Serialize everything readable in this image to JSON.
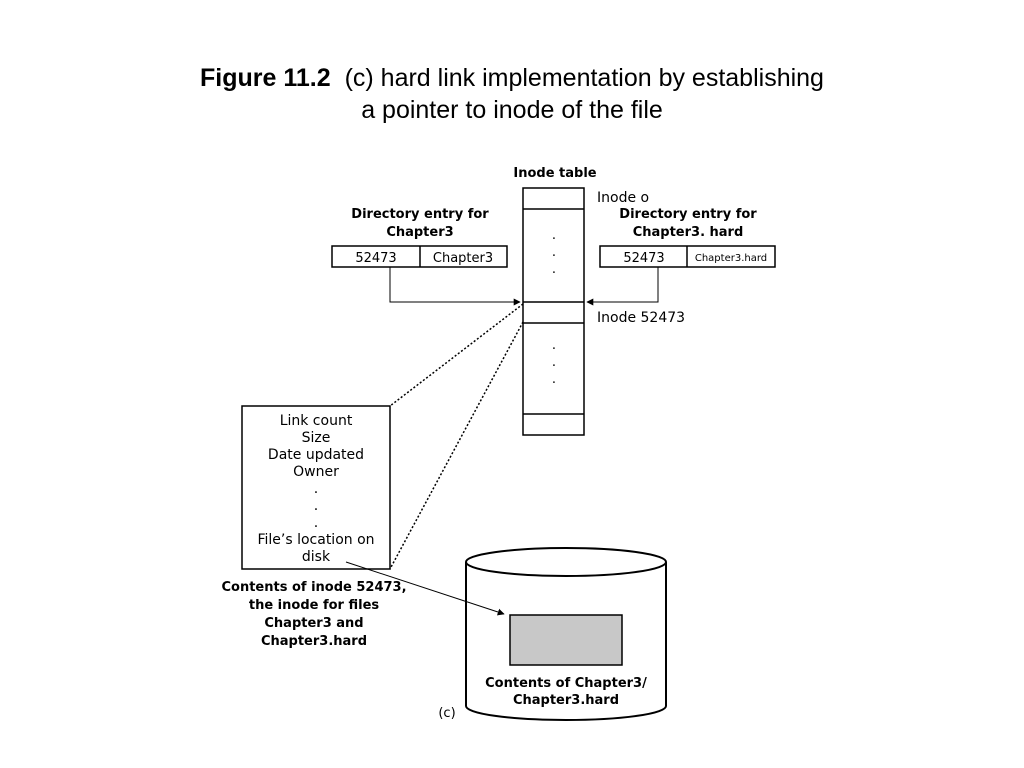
{
  "title": {
    "figure_label": "Figure 11.2",
    "line1": "(c) hard link implementation by establishing",
    "line2": "a pointer  to inode of the file"
  },
  "inode_table": {
    "header": "Inode table",
    "inode_zero": "Inode o",
    "inode_target": "Inode 52473",
    "dots": "."
  },
  "left_entry": {
    "heading_line1": "Directory entry for",
    "heading_line2": "Chapter3",
    "inode_number": "52473",
    "filename": "Chapter3"
  },
  "right_entry": {
    "heading_line1": "Directory entry for",
    "heading_line2": "Chapter3. hard",
    "inode_number": "52473",
    "filename": "Chapter3.hard"
  },
  "inode_contents": {
    "fields": [
      "Link count",
      "Size",
      "Date updated",
      "Owner"
    ],
    "dot": ".",
    "location_line1": "File’s location on",
    "location_line2": "disk",
    "caption": [
      "Contents of inode 52473,",
      "the inode for files",
      "Chapter3 and",
      "Chapter3.hard"
    ]
  },
  "disk": {
    "caption_line1": "Contents of Chapter3/",
    "caption_line2": "Chapter3.hard",
    "block_fill": "#c8c8c8"
  },
  "subfigure_label": "(c)"
}
